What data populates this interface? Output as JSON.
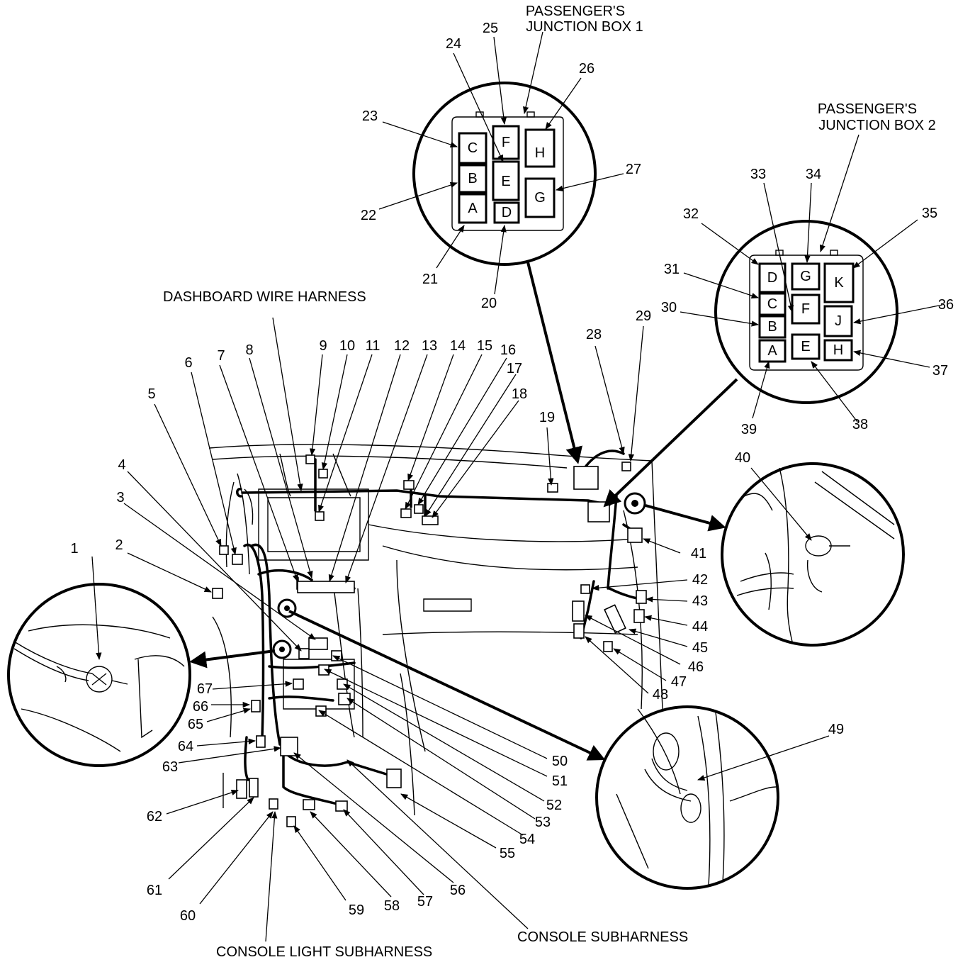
{
  "headings": {
    "jb1_line1": "PASSENGER'S",
    "jb1_line2": "JUNCTION BOX 1",
    "jb2_line1": "PASSENGER'S",
    "jb2_line2": "JUNCTION BOX 2",
    "dashboard_harness": "DASHBOARD WIRE HARNESS",
    "console_light_subharness": "CONSOLE LIGHT SUBHARNESS",
    "console_subharness": "CONSOLE SUBHARNESS"
  },
  "junction_box_1": {
    "sockets": {
      "A": "A",
      "B": "B",
      "C": "C",
      "D": "D",
      "E": "E",
      "F": "F",
      "G": "G",
      "H": "H"
    }
  },
  "junction_box_2": {
    "sockets": {
      "A": "A",
      "B": "B",
      "C": "C",
      "D": "D",
      "E": "E",
      "F": "F",
      "G": "G",
      "H": "H",
      "J": "J",
      "K": "K"
    }
  },
  "callouts": {
    "n1": "1",
    "n2": "2",
    "n3": "3",
    "n4": "4",
    "n5": "5",
    "n6": "6",
    "n7": "7",
    "n8": "8",
    "n9": "9",
    "n10": "10",
    "n11": "11",
    "n12": "12",
    "n13": "13",
    "n14": "14",
    "n15": "15",
    "n16": "16",
    "n17": "17",
    "n18": "18",
    "n19": "19",
    "n20": "20",
    "n21": "21",
    "n22": "22",
    "n23": "23",
    "n24": "24",
    "n25": "25",
    "n26": "26",
    "n27": "27",
    "n28": "28",
    "n29": "29",
    "n30": "30",
    "n31": "31",
    "n32": "32",
    "n33": "33",
    "n34": "34",
    "n35": "35",
    "n36": "36",
    "n37": "37",
    "n38": "38",
    "n39": "39",
    "n40": "40",
    "n41": "41",
    "n42": "42",
    "n43": "43",
    "n44": "44",
    "n45": "45",
    "n46": "46",
    "n47": "47",
    "n48": "48",
    "n49": "49",
    "n50": "50",
    "n51": "51",
    "n52": "52",
    "n53": "53",
    "n54": "54",
    "n55": "55",
    "n56": "56",
    "n57": "57",
    "n58": "58",
    "n59": "59",
    "n60": "60",
    "n61": "61",
    "n62": "62",
    "n63": "63",
    "n64": "64",
    "n65": "65",
    "n66": "66",
    "n67": "67"
  }
}
